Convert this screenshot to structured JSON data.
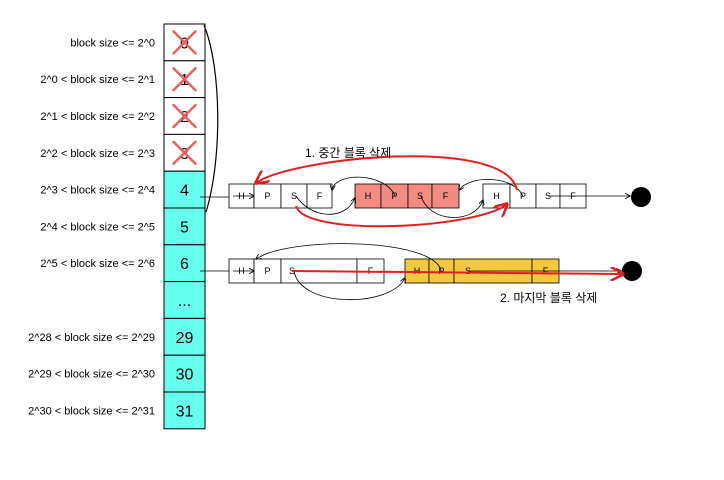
{
  "table": {
    "rows": [
      {
        "range": "block size <= 2^0",
        "index": "0",
        "state": "removed"
      },
      {
        "range": "2^0 < block size <= 2^1",
        "index": "1",
        "state": "removed"
      },
      {
        "range": "2^1 < block size <= 2^2",
        "index": "2",
        "state": "removed"
      },
      {
        "range": "2^2 < block size <= 2^3",
        "index": "3",
        "state": "removed"
      },
      {
        "range": "2^3 < block size <= 2^4",
        "index": "4",
        "state": "active"
      },
      {
        "range": "2^4 < block size <= 2^5",
        "index": "5",
        "state": "active"
      },
      {
        "range": "2^5 < block size <= 2^6",
        "index": "6",
        "state": "active"
      },
      {
        "range": "",
        "index": "...",
        "state": "active"
      },
      {
        "range": "2^28 < block size <= 2^29",
        "index": "29",
        "state": "active"
      },
      {
        "range": "2^29 < block size <= 2^30",
        "index": "30",
        "state": "active"
      },
      {
        "range": "2^30 < block size <= 2^31",
        "index": "31",
        "state": "active"
      }
    ]
  },
  "list1": {
    "head_label": "H",
    "nodes": [
      {
        "cells": [
          "P",
          "S",
          "F"
        ],
        "color": "#ffffff"
      },
      {
        "cells": [
          "H",
          "P",
          "S",
          "F"
        ],
        "color": "#f28b82"
      },
      {
        "cells": [
          "H",
          "P",
          "S",
          "F"
        ],
        "color": "#ffffff"
      }
    ]
  },
  "list2": {
    "head_label": "H",
    "nodes": [
      {
        "cells": [
          "P",
          "S",
          "F"
        ],
        "color": "#ffffff"
      },
      {
        "cells": [
          "H",
          "P",
          "S",
          "F"
        ],
        "color": "#f5c842"
      }
    ]
  },
  "annotations": {
    "middle_delete": "1. 중간 블록 삭제",
    "last_delete": "2. 마지막 블록 삭제"
  },
  "colors": {
    "table_active": "#66ffee",
    "removed_x": "#e86060",
    "deleted_node": "#f28b82",
    "last_node": "#f5c842",
    "arrow_red": "#e02020"
  }
}
